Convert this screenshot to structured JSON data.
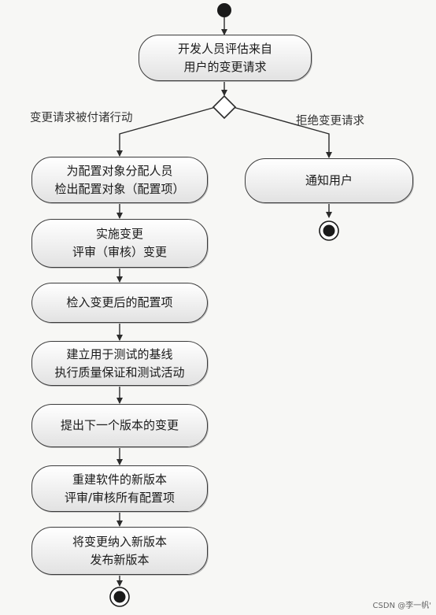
{
  "nodes": {
    "evaluate": [
      "开发人员评估来自",
      "用户的变更请求"
    ],
    "assign": [
      "为配置对象分配人员",
      "检出配置对象（配置项）"
    ],
    "notify": [
      "通知用户"
    ],
    "implement": [
      "实施变更",
      "评审（审核）变更"
    ],
    "checkin": [
      "检入变更后的配置项"
    ],
    "baseline": [
      "建立用于测试的基线",
      "执行质量保证和测试活动"
    ],
    "promote": [
      "提出下一个版本的变更"
    ],
    "rebuild": [
      "重建软件的新版本",
      "评审/审核所有配置项"
    ],
    "release": [
      "将变更纳入新版本",
      "发布新版本"
    ]
  },
  "guards": {
    "approved": "变更请求被付诸行动",
    "rejected": "拒绝变更请求"
  },
  "watermark": "CSDN @李一帆'"
}
